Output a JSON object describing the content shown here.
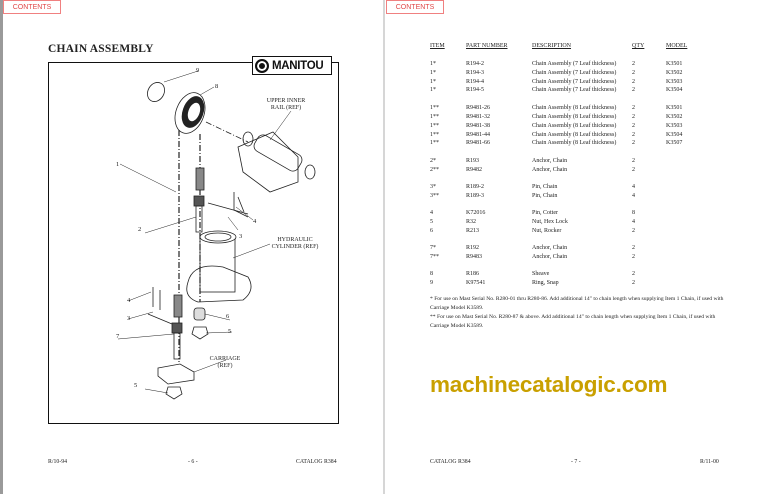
{
  "left_page": {
    "contents_label": "CONTENTS",
    "title": "CHAIN ASSEMBLY",
    "logo_text": "MANITOU",
    "labels": {
      "upper_inner_rail": "UPPER INNER RAIL (REF)",
      "hydraulic_cylinder": "HYDRAULIC CYLINDER (REF)",
      "carriage": "CARRIAGE (REF)"
    },
    "callouts": [
      "9",
      "8",
      "1",
      "2",
      "4",
      "3",
      "4",
      "3",
      "7",
      "6",
      "5",
      "5"
    ],
    "footer": {
      "left": "R/10-94",
      "center": "- 6 -",
      "right": "CATALOG R384"
    }
  },
  "right_page": {
    "contents_label": "CONTENTS",
    "columns": [
      "ITEM",
      "PART NUMBER",
      "DESCRIPTION",
      "QTY",
      "MODEL"
    ],
    "rows": [
      [
        "1*",
        "R194-2",
        "Chain Assembly (7 Leaf thickness)",
        "2",
        "K3501"
      ],
      [
        "1*",
        "R194-3",
        "Chain Assembly (7 Leaf thickness)",
        "2",
        "K3502"
      ],
      [
        "1*",
        "R194-4",
        "Chain Assembly (7 Leaf thickness)",
        "2",
        "K3503"
      ],
      [
        "1*",
        "R194-5",
        "Chain Assembly (7 Leaf thickness)",
        "2",
        "K3504"
      ],
      [
        "1**",
        "R9481-26",
        "Chain Assembly (8 Leaf thickness)",
        "2",
        "K3501"
      ],
      [
        "1**",
        "R9481-32",
        "Chain Assembly (8 Leaf thickness)",
        "2",
        "K3502"
      ],
      [
        "1**",
        "R9481-38",
        "Chain Assembly (8 Leaf thickness)",
        "2",
        "K3503"
      ],
      [
        "1**",
        "R9481-44",
        "Chain Assembly (8 Leaf thickness)",
        "2",
        "K3504"
      ],
      [
        "1**",
        "R9481-66",
        "Chain Assembly (8 Leaf thickness)",
        "2",
        "K3507"
      ],
      [
        "2*",
        "R193",
        "Anchor, Chain",
        "2",
        ""
      ],
      [
        "2**",
        "R9482",
        "Anchor, Chain",
        "2",
        ""
      ],
      [
        "3*",
        "R189-2",
        "Pin, Chain",
        "4",
        ""
      ],
      [
        "3**",
        "R189-3",
        "Pin, Chain",
        "4",
        ""
      ],
      [
        "4",
        "K72016",
        "Pin, Cotter",
        "8",
        ""
      ],
      [
        "5",
        "R32",
        "Nut, Hex Lock",
        "4",
        ""
      ],
      [
        "6",
        "R213",
        "Nut, Rocker",
        "2",
        ""
      ],
      [
        "7*",
        "R192",
        "Anchor, Chain",
        "2",
        ""
      ],
      [
        "7**",
        "R9483",
        "Anchor, Chain",
        "2",
        ""
      ],
      [
        "8",
        "R186",
        "Sheave",
        "2",
        ""
      ],
      [
        "9",
        "K97541",
        "Ring, Snap",
        "2",
        ""
      ]
    ],
    "notes": [
      "* For use on Mast Serial No. R280-01 thru R280-86. Add additional 14\" to chain length when supplying Item 1 Chain, if used with Carriage Model K3589.",
      "** For use on Mast Serial No. R280-87 & above. Add additional 14\" to chain length when supplying Item 1 Chain, if used with Carriage Model K3589."
    ],
    "footer": {
      "left": "CATALOG R384",
      "center": "- 7 -",
      "right": "R/11-00"
    }
  },
  "watermark": "machinecatalogic.com",
  "colors": {
    "contents_border": "#f08080",
    "contents_text": "#e04848",
    "watermark": "#c9a000"
  }
}
